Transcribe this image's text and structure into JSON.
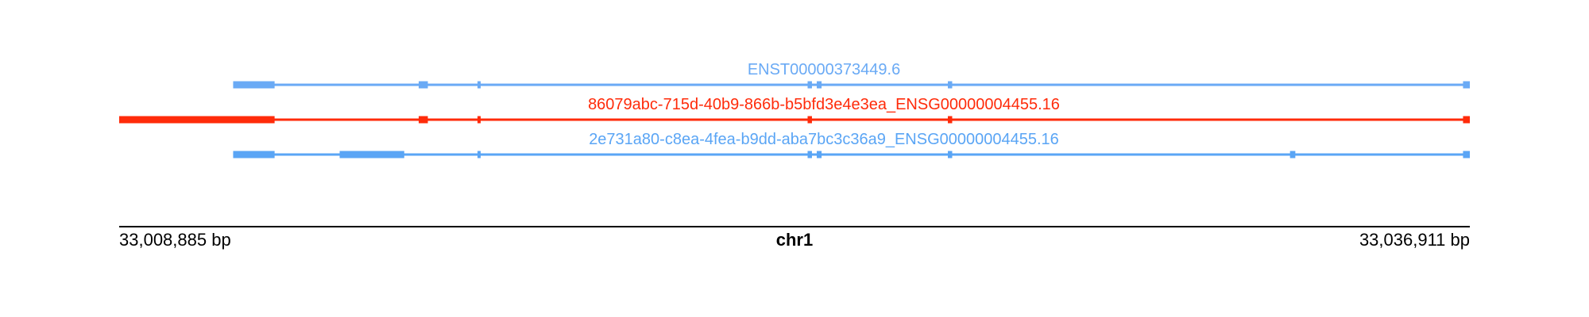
{
  "region": {
    "chromosome": "chr1",
    "start": 33008885,
    "end": 33036911,
    "start_label": "33,008,885 bp",
    "end_label": "33,036,911 bp"
  },
  "transcripts": [
    {
      "name": "ENST00000373449.6",
      "color": "#6aaaf5",
      "span": [
        33011250,
        33036911
      ],
      "exons": [
        [
          33011250,
          33012110
        ],
        [
          33015100,
          33015290
        ],
        [
          33016320,
          33016380
        ],
        [
          33023170,
          33023260
        ],
        [
          33023360,
          33023460
        ],
        [
          33026080,
          33026170
        ],
        [
          33036770,
          33036911
        ]
      ]
    },
    {
      "name": "86079abc-715d-40b9-866b-b5bfd3e4e3ea_ENSG00000004455.16",
      "color": "#ff2b0a",
      "span": [
        33008885,
        33036911
      ],
      "exons": [
        [
          33008885,
          33012110
        ],
        [
          33015100,
          33015290
        ],
        [
          33016320,
          33016380
        ],
        [
          33023170,
          33023260
        ],
        [
          33026080,
          33026170
        ],
        [
          33036770,
          33036911
        ]
      ]
    },
    {
      "name": "2e731a80-c8ea-4fea-b9dd-aba7bc3c36a9_ENSG00000004455.16",
      "color": "#5aa5f5",
      "span": [
        33011250,
        33036911
      ],
      "exons": [
        [
          33011250,
          33012110
        ],
        [
          33013460,
          33014800
        ],
        [
          33016320,
          33016380
        ],
        [
          33023170,
          33023260
        ],
        [
          33023360,
          33023460
        ],
        [
          33026080,
          33026170
        ],
        [
          33033180,
          33033290
        ],
        [
          33036770,
          33036911
        ]
      ]
    }
  ]
}
